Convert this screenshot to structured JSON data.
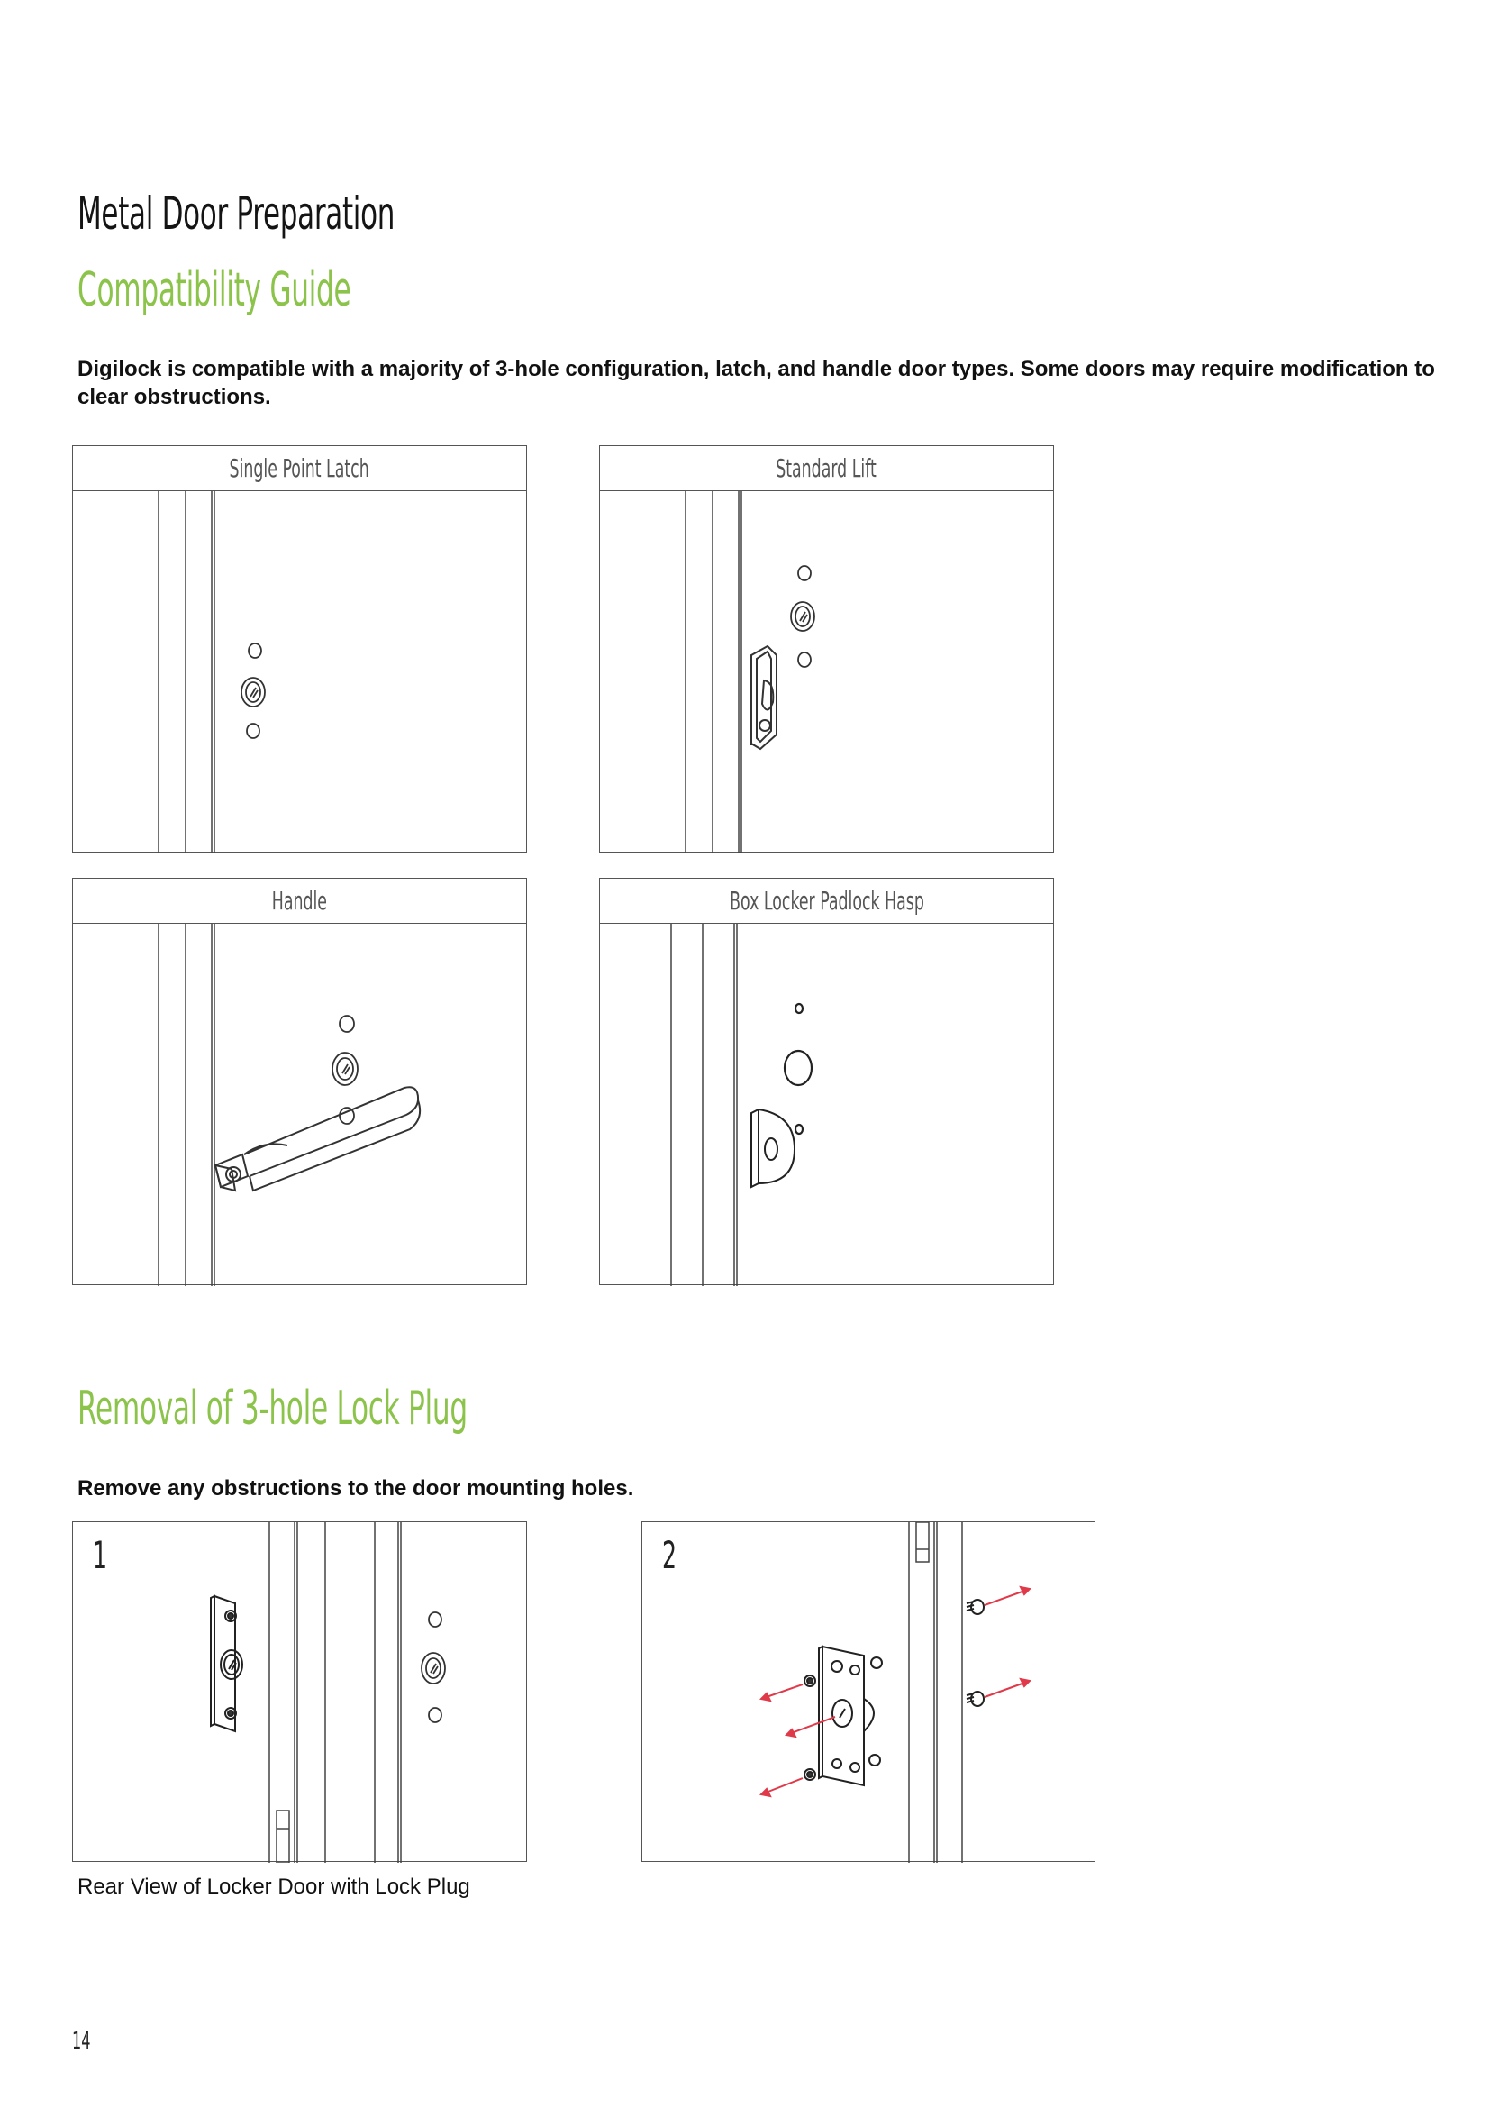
{
  "page": {
    "title": "Metal Door Preparation",
    "page_number": "14"
  },
  "compatibility": {
    "heading": "Compatibility Guide",
    "intro": "Digilock is compatible with a majority of 3-hole configuration, latch, and handle door types. Some doors may require modification to clear obstructions.",
    "panels": [
      {
        "label": "Single Point Latch"
      },
      {
        "label": "Standard Lift"
      },
      {
        "label": "Handle"
      },
      {
        "label": "Box Locker Padlock Hasp"
      }
    ]
  },
  "removal": {
    "heading": "Removal of 3-hole Lock Plug",
    "intro": "Remove any obstructions to the door mounting holes.",
    "steps": [
      {
        "number": "1"
      },
      {
        "number": "2"
      }
    ],
    "caption": "Rear View of Locker Door with Lock Plug"
  },
  "colors": {
    "accent_green": "#8cc34b",
    "arrow_red": "#e03a4a",
    "line_gray": "#555555"
  },
  "icons": [
    "door-frame-icon",
    "lock-hole-icon",
    "latch-icon",
    "lift-handle-icon",
    "lever-handle-icon",
    "padlock-hasp-icon",
    "lock-plug-icon",
    "removal-arrow-icon"
  ]
}
